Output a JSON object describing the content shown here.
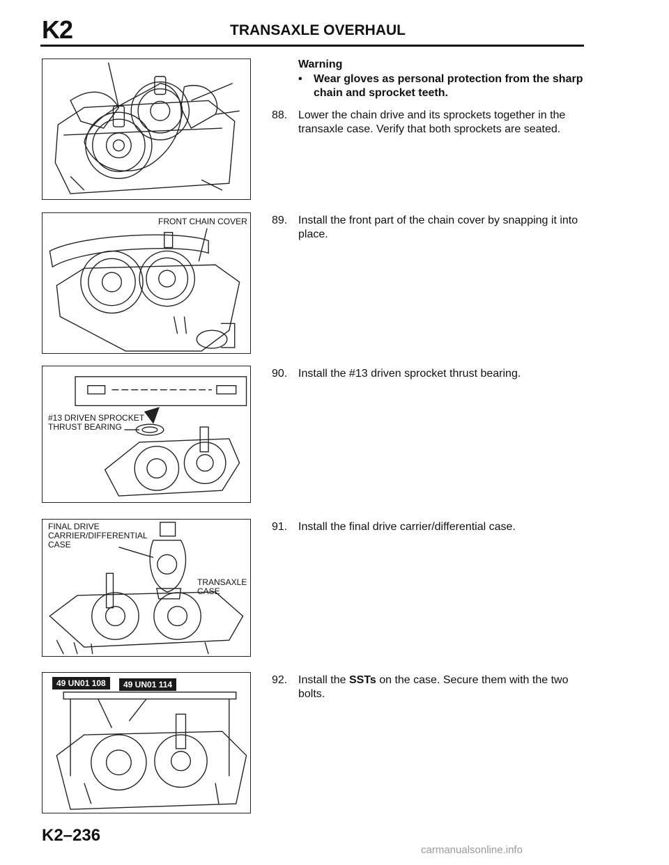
{
  "header": {
    "section_code": "K2",
    "title": "TRANSAXLE OVERHAUL"
  },
  "warning": {
    "title": "Warning",
    "bullet": "•",
    "text": "Wear gloves as personal protection from the sharp chain and sprocket teeth."
  },
  "steps": [
    {
      "number": "88.",
      "text": "Lower the chain drive and its sprockets together in the transaxle case. Verify that both sprockets are seated."
    },
    {
      "number": "89.",
      "text": "Install the front part of the chain cover by snapping it into place."
    },
    {
      "number": "90.",
      "text": "Install the #13 driven sprocket thrust bearing."
    },
    {
      "number": "91.",
      "text": "Install the final drive carrier/differential case."
    },
    {
      "number": "92.",
      "text_before": "Install the ",
      "text_bold": "SSTs",
      "text_after": " on the case. Secure them with the two bolts."
    }
  ],
  "figures": {
    "fig2_label": "FRONT CHAIN COVER",
    "fig3_label": "#13 DRIVEN SPROCKET\nTHRUST BEARING",
    "fig4_label_a": "FINAL DRIVE\nCARRIER/DIFFERENTIAL\nCASE",
    "fig4_label_b": "TRANSAXLE\nCASE",
    "fig5_sst_a": "49 UN01 108",
    "fig5_sst_b": "49 UN01 114"
  },
  "footer": {
    "page_number": "K2–236"
  },
  "watermark": "carmanualsonline.info"
}
